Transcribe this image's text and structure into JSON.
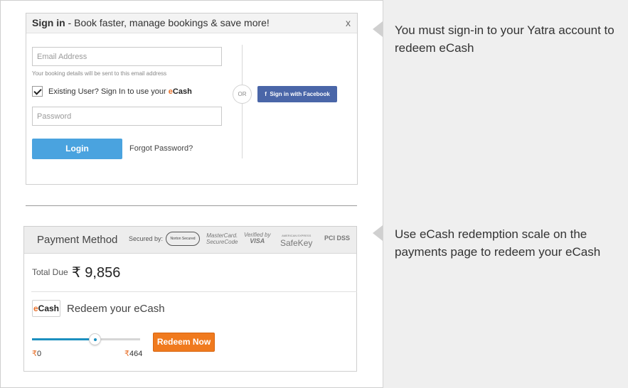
{
  "signin": {
    "title_bold": "Sign in",
    "title_rest": " - Book faster, manage bookings & save more!",
    "close_label": "x",
    "email_placeholder": "Email Address",
    "email_hint": "Your booking details will be sent to this email address",
    "existing_user_label": "Existing User? Sign In to use your",
    "ecash_e": "e",
    "ecash_rest": "Cash",
    "password_placeholder": "Password",
    "login_label": "Login",
    "forgot_label": "Forgot Password?",
    "or_label": "OR",
    "facebook_label": "Sign in with Facebook",
    "facebook_icon": "f"
  },
  "payment": {
    "title": "Payment Method",
    "secured_label": "Secured by:",
    "badges": {
      "norton": "Norton Secured",
      "mastercard_1": "MasterCard.",
      "mastercard_2": "SecureCode",
      "visa_1": "Verified by",
      "visa_2": "VISA",
      "amex_1": "AMERICAN EXPRESS",
      "amex_2": "SafeKey",
      "pci": "PCI DSS"
    },
    "total_label": "Total Due",
    "total_value": "₹ 9,856",
    "ecash_logo_e": "e",
    "ecash_logo_rest": "Cash",
    "redeem_label": "Redeem your eCash",
    "slider_min": "0",
    "slider_max": "464",
    "slider_fraction": 0.58,
    "rupee_symbol": "₹",
    "redeem_button": "Redeem Now"
  },
  "callouts": {
    "first": "You must sign-in to your Yatra account to redeem eCash",
    "second": "Use eCash redemption scale on the payments page to redeem your eCash"
  }
}
